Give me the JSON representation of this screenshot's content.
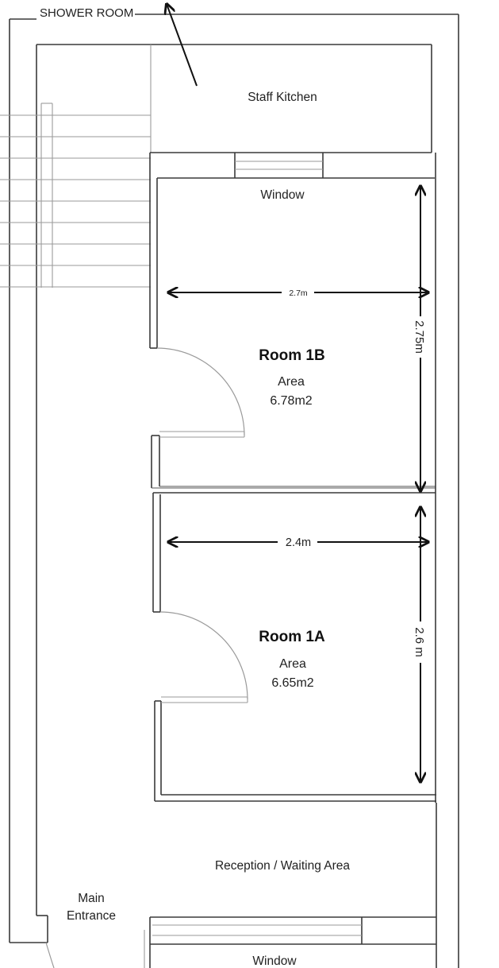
{
  "labels": {
    "shower_room": "SHOWER ROOM",
    "staff_kitchen": "Staff Kitchen",
    "window_top": "Window",
    "reception": "Reception / Waiting Area",
    "main_entrance_line1": "Main",
    "main_entrance_line2": "Entrance",
    "window_bottom": "Window"
  },
  "rooms": [
    {
      "name": "Room 1B",
      "area_label": "Area",
      "area_value": "6.78m2",
      "width": "2.7m",
      "length": "2.75m"
    },
    {
      "name": "Room 1A",
      "area_label": "Area",
      "area_value": "6.65m2",
      "width": "2.4m",
      "length": "2.6 m"
    }
  ]
}
